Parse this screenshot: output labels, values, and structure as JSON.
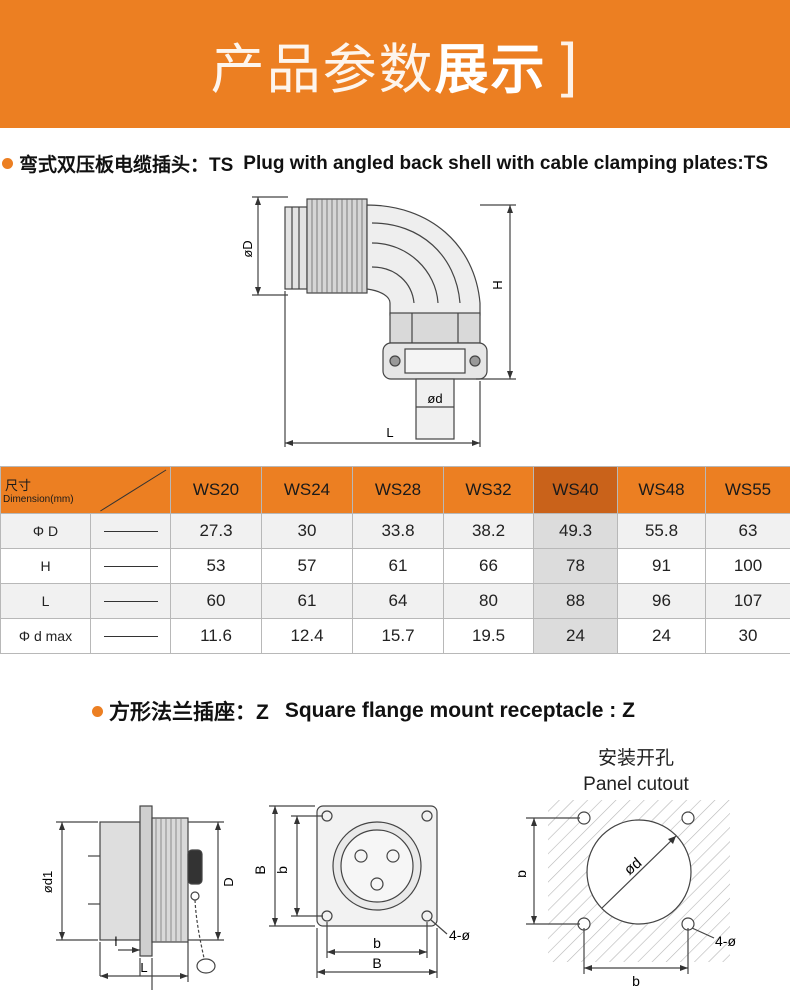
{
  "banner": {
    "light_text": "产品参数",
    "bold_text": "展示",
    "bracket": "]"
  },
  "section1": {
    "title_cn": "弯式双压板电缆插头：TS",
    "title_en": "Plug with angled back shell with cable clamping plates:TS",
    "labels": {
      "phi_d_big": "øD",
      "h": "H",
      "phi_d_small": "ød",
      "l": "L"
    }
  },
  "table": {
    "corner_top": "尺寸",
    "corner_bottom": "Dimension(mm)",
    "columns": [
      "WS20",
      "WS24",
      "WS28",
      "WS32",
      "WS40",
      "WS48",
      "WS55"
    ],
    "highlight_column": 4,
    "rows": [
      {
        "label": "Φ D",
        "values": [
          "27.3",
          "30",
          "33.8",
          "38.2",
          "49.3",
          "55.8",
          "63"
        ]
      },
      {
        "label": "H",
        "values": [
          "53",
          "57",
          "61",
          "66",
          "78",
          "91",
          "100"
        ]
      },
      {
        "label": "L",
        "values": [
          "60",
          "61",
          "64",
          "80",
          "88",
          "96",
          "107"
        ]
      },
      {
        "label": "Φ d max",
        "values": [
          "11.6",
          "12.4",
          "15.7",
          "19.5",
          "24",
          "24",
          "30"
        ]
      }
    ]
  },
  "section2": {
    "title_cn": "方形法兰插座：Z",
    "title_en": "Square flange mount receptacle : Z",
    "side_labels": {
      "d1": "ød1",
      "D": "D",
      "l_small": "l",
      "L": "L"
    },
    "front_labels": {
      "B": "B",
      "b": "b",
      "holes": "4-ø"
    },
    "cutout": {
      "title_cn": "安装开孔",
      "title_en": "Panel cutout",
      "labels": {
        "b": "b",
        "phi_d": "ød",
        "holes": "4-ø"
      }
    }
  },
  "colors": {
    "accent": "#ec7f22",
    "accent_dark": "#c9621a"
  }
}
